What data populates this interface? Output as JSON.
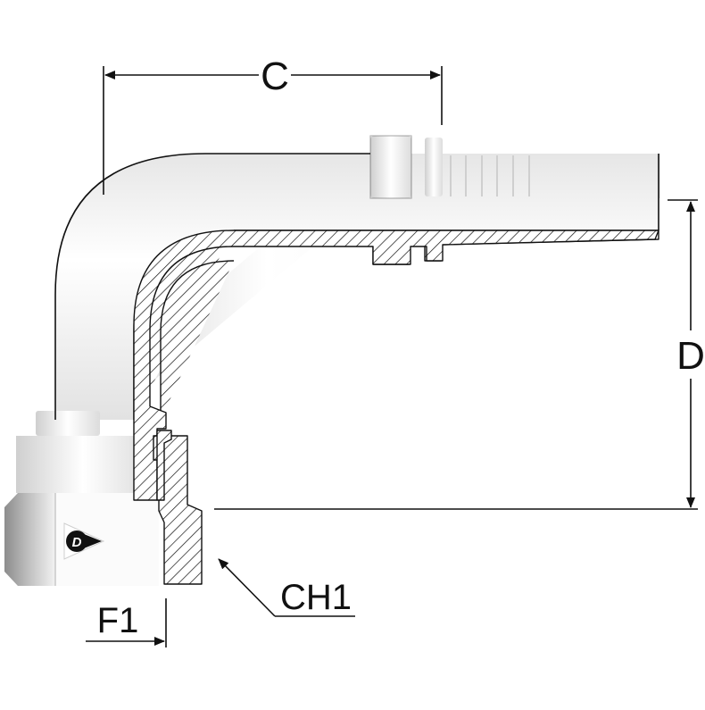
{
  "dimensions": {
    "c_label": "C",
    "d_label": "D",
    "f1_label": "F1",
    "ch1_label": "CH1"
  },
  "logo": {
    "brand": "D",
    "icon": "dunlop-logo-icon"
  },
  "colors": {
    "line": "#111111",
    "body_light": "#ffffff",
    "body_shade": "#d6d6d6",
    "nut_dark": "#8a8a8a",
    "logo_red": "#111111"
  }
}
